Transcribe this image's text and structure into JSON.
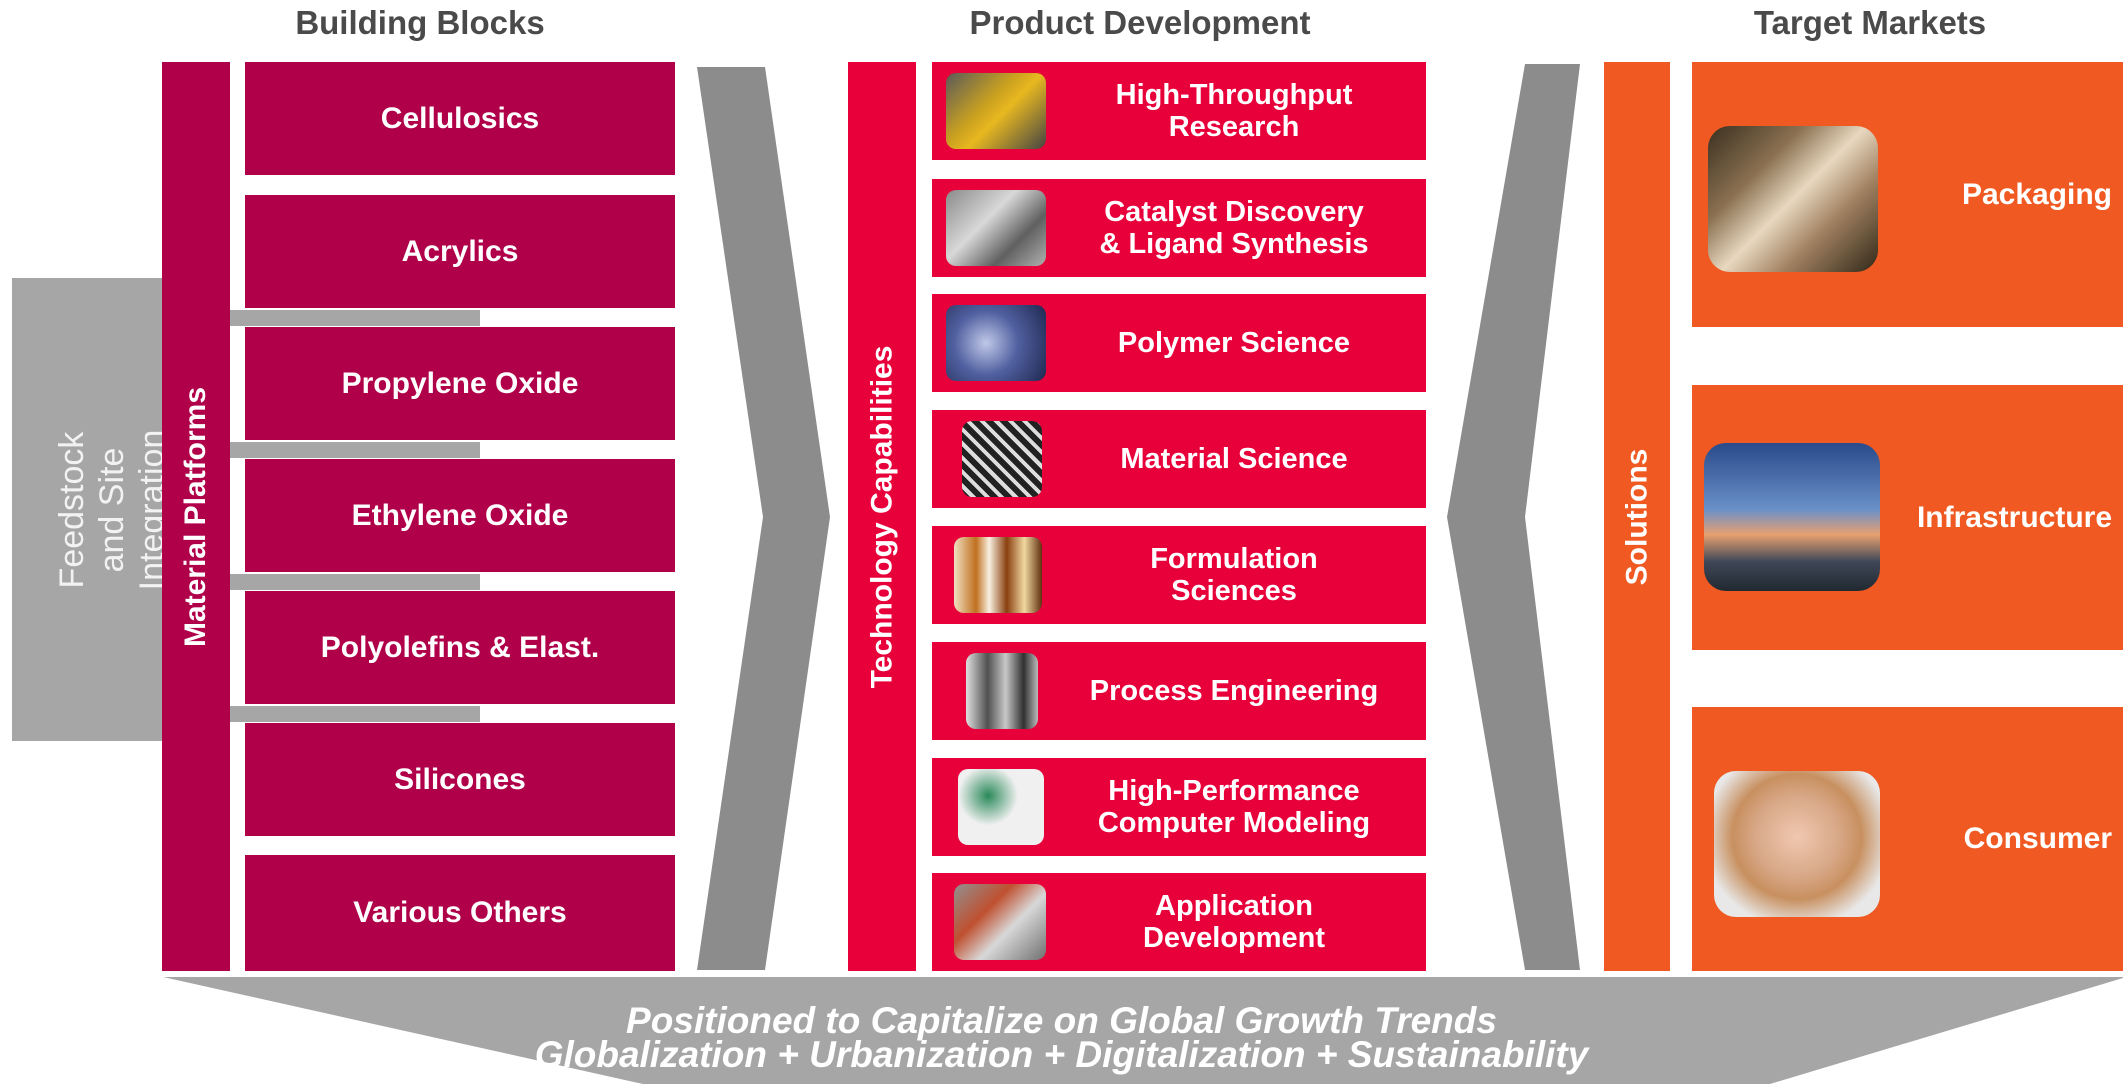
{
  "headers": {
    "building_blocks": "Building Blocks",
    "product_development": "Product Development",
    "target_markets": "Target Markets"
  },
  "feedstock_label": "Feedstock and Site\nIntegration",
  "material_platforms_label": "Material  Platforms",
  "technology_capabilities_label": "Technology Capabilities",
  "solutions_label": "Solutions",
  "building_blocks": [
    "Cellulosics",
    "Acrylics",
    "Propylene Oxide",
    "Ethylene Oxide",
    "Polyolefins & Elast.",
    "Silicones",
    "Various Others"
  ],
  "capabilities": [
    {
      "label": "High-Throughput\nResearch",
      "image": "robot-arm-photo"
    },
    {
      "label": "Catalyst Discovery\n& Ligand Synthesis",
      "image": "lab-equipment-photo"
    },
    {
      "label": "Polymer Science",
      "image": "polymer-structure-photo"
    },
    {
      "label": "Material Science",
      "image": "mesh-material-photo"
    },
    {
      "label": "Formulation\nSciences",
      "image": "sample-vials-photo"
    },
    {
      "label": "Process Engineering",
      "image": "process-plant-photo"
    },
    {
      "label": "High-Performance\nComputer Modeling",
      "image": "molecular-model-photo"
    },
    {
      "label": "Application\nDevelopment",
      "image": "application-lab-photo"
    }
  ],
  "markets": [
    {
      "label": "Packaging",
      "image": "shopper-holding-product-photo"
    },
    {
      "label": "Infrastructure",
      "image": "bridge-at-dusk-photo"
    },
    {
      "label": "Consumer",
      "image": "woman-skincare-photo"
    }
  ],
  "banner": {
    "line1": "Positioned to Capitalize  on Global  Growth Trends",
    "line2": "Globalization + Urbanization + Digitalization + Sustainability"
  },
  "colors": {
    "building_block": "#b0004a",
    "capability": "#e8003a",
    "market": "#f05a22",
    "connector_gray": "#8c8c8c",
    "light_gray": "#a6a6a6"
  }
}
